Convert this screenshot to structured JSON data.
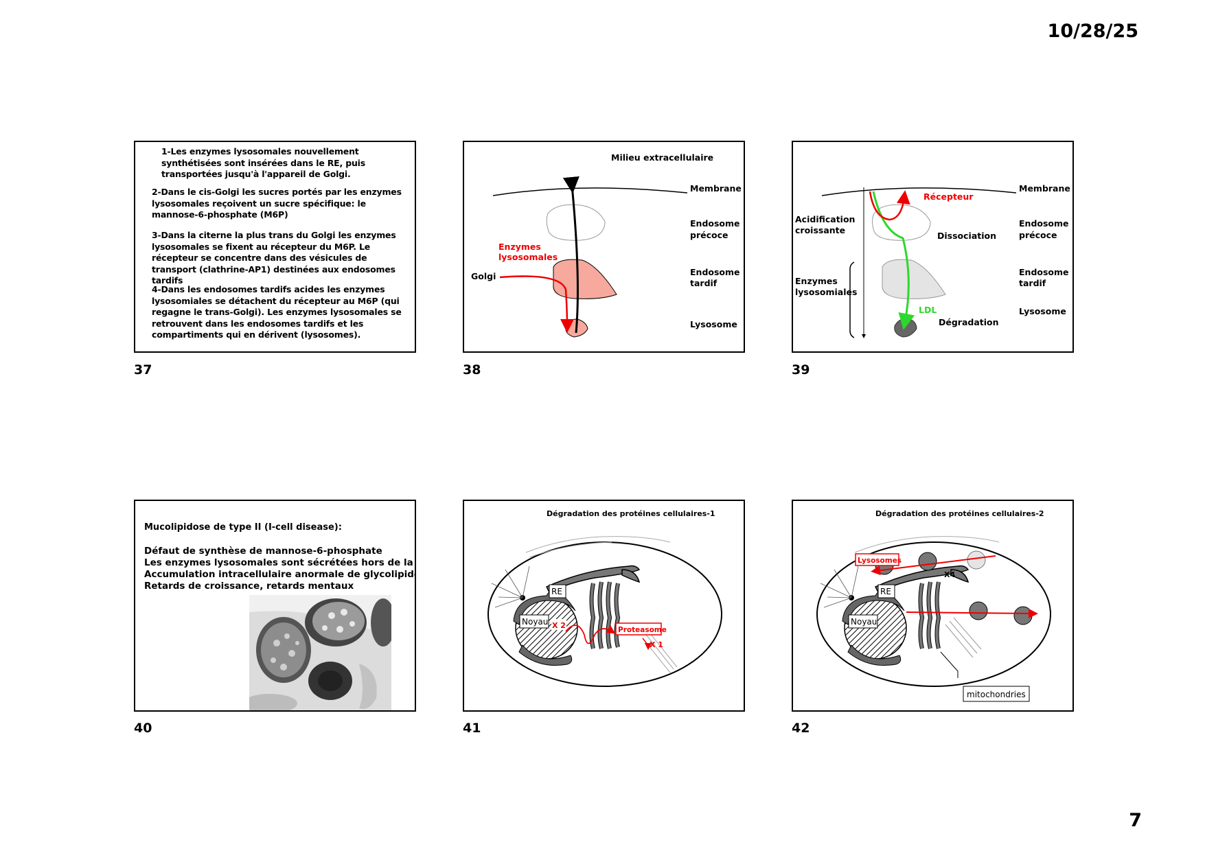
{
  "header": {
    "date": "10/28/25"
  },
  "footer": {
    "page_number": "7"
  },
  "slides": {
    "s37": {
      "number": "37",
      "paragraphs": [
        "1-Les enzymes lysosomales nouvellement synthétisées sont insérées dans le RE, puis transportées jusqu'à l'appareil de Golgi.",
        "2-Dans le cis-Golgi les sucres portés par les enzymes lysosomales reçoivent un sucre spécifique: le mannose-6-phosphate (M6P)",
        "3-Dans la citerne la plus trans du Golgi les enzymes lysosomales se fixent au récepteur du M6P. Le récepteur se concentre dans des vésicules de transport (clathrine-AP1) destinées aux endosomes tardifs",
        "4-Dans les endosomes tardifs acides les enzymes lysosomiales se détachent du récepteur au M6P (qui regagne le trans-Golgi). Les enzymes lysosomales se retrouvent dans les endosomes tardifs et les compartiments qui en dérivent (lysosomes)."
      ]
    },
    "s38": {
      "number": "38",
      "labels": {
        "milieu": "Milieu extracellulaire",
        "membrane": "Membrane",
        "endosome_precoce_1": "Endosome",
        "endosome_precoce_2": "précoce",
        "endosome_tardif_1": "Endosome",
        "endosome_tardif_2": "tardif",
        "lysosome": "Lysosome",
        "golgi": "Golgi",
        "enzymes_1": "Enzymes",
        "enzymes_2": "lysosomales"
      }
    },
    "s39": {
      "number": "39",
      "labels": {
        "membrane": "Membrane",
        "recepteur": "Récepteur",
        "acidification_1": "Acidification",
        "acidification_2": "croissante",
        "dissociation": "Dissociation",
        "endosome_precoce_1": "Endosome",
        "endosome_precoce_2": "précoce",
        "enzymes_1": "Enzymes",
        "enzymes_2": "lysosomiales",
        "endosome_tardif_1": "Endosome",
        "endosome_tardif_2": "tardif",
        "ldl": "LDL",
        "lysosome": "Lysosome",
        "degradation": "Dégradation"
      }
    },
    "s40": {
      "number": "40",
      "title": "Mucolipidose de type II (I-cell disease):",
      "lines": [
        "Défaut de synthèse de mannose-6-phosphate",
        "Les enzymes lysosomales sont sécrétées hors de la cellule",
        "Accumulation intracellulaire anormale de glycolipides",
        "Retards de croissance, retards mentaux"
      ]
    },
    "s41": {
      "number": "41",
      "title": "Dégradation des protéines cellulaires-1",
      "labels": {
        "re": "RE",
        "noyau": "Noyau",
        "x2": "X 2",
        "proteasome": "Proteasome",
        "x1": "X 1"
      }
    },
    "s42": {
      "number": "42",
      "title": "Dégradation des protéines cellulaires-2",
      "labels": {
        "lysosomes": "Lysosomes",
        "x4": "X4",
        "re": "RE",
        "noyau": "Noyau",
        "mitochondries": "mitochondries"
      }
    }
  }
}
